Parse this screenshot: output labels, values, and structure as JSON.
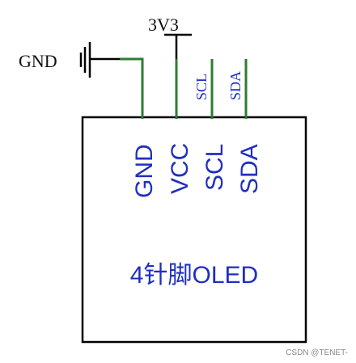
{
  "diagram": {
    "power_label": "3V3",
    "ground_label": "GND",
    "bus_labels": {
      "scl": "SCL",
      "sda": "SDA"
    },
    "module": {
      "pins": [
        "GND",
        "VCC",
        "SCL",
        "SDA"
      ],
      "name": "4针脚OLED"
    },
    "colors": {
      "wire": "#2e7d32",
      "outline": "#000000",
      "label_blue": "#1f2fbf",
      "label_black": "#111111"
    }
  },
  "watermark": "CSDN @TENET-"
}
